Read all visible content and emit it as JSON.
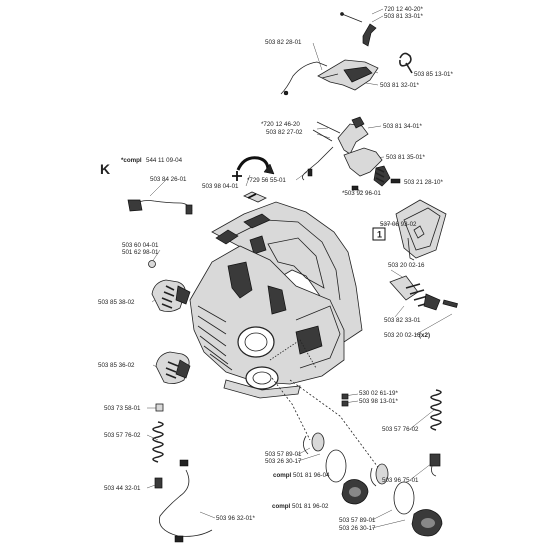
{
  "section_letter": "K",
  "labels": {
    "p1": "720 12 40-20*",
    "p2": "503 81 33-01*",
    "p3": "503 82 28-01",
    "p4": "503 85 13-01*",
    "p5": "503 81 32-01*",
    "p6": "*720 12 46-20",
    "p7": "503 82 27-02",
    "p8": "503 81 34-01*",
    "p9": "503 81 35-01*",
    "p10": "*729 56 55-01",
    "p11": "503 21 28-10*",
    "p12": "*503 92 96-01",
    "p13_bold": "*compl",
    "p13_num": "544 11 09-04",
    "p14": "503 84 26-01",
    "p15": "503 98 04-01",
    "p16": "537 08 93-02",
    "p17": "503 60 04-01",
    "p18": "501 62 98-01",
    "p19": "503 20 02-16",
    "p20": "503 85 38-02",
    "p21": "503 82 33-01",
    "p22_num": "503 20 02-16",
    "p22_bold": "(x2)",
    "p23": "503 85 36-02",
    "p24": "530 02 61-19*",
    "p25": "503 98 13-01*",
    "p26": "503 73 58-01",
    "p27": "503 57 76-02",
    "p28": "503 57 76-02",
    "p29": "503 96 75-01",
    "p30": "503 57 89-01",
    "p31": "503 26 30-17",
    "p32_bold": "compl",
    "p32_num": "501 81 96-04",
    "p33": "503 44 32-01",
    "p34_bold": "compl",
    "p34_num": "501 81 96-02",
    "p35": "503 96 32-01*",
    "p36": "503 57 89-01",
    "p37": "503 26 30-17"
  },
  "box_mark": "1"
}
